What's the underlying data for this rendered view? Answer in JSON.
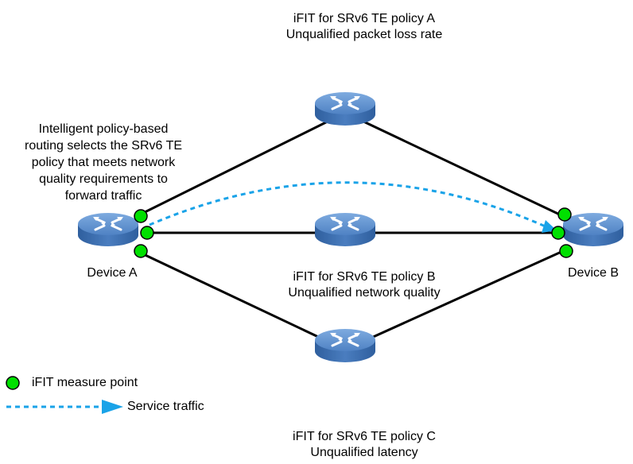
{
  "devices": {
    "device_a": "Device A",
    "device_b": "Device B"
  },
  "annotations": {
    "policy_a_title": "iFIT for SRv6 TE policy A",
    "policy_a_status": "Unqualified packet loss rate",
    "policy_b_title": "iFIT for SRv6 TE policy B",
    "policy_b_status": "Unqualified network quality",
    "policy_c_title": "iFIT for SRv6 TE policy C",
    "policy_c_status": "Unqualified latency",
    "intelligent_routing": [
      "Intelligent policy-based",
      "routing selects the SRv6 TE",
      "policy that meets network",
      "quality requirements to",
      "forward traffic"
    ]
  },
  "legend": {
    "measure_point": "iFIT measure point",
    "service_traffic": "Service traffic"
  },
  "colors": {
    "router_top": "#5b8fcf",
    "router_side": "#3f6fae",
    "measure_point": "#00e000",
    "service_traffic": "#1aa3e8",
    "link": "#000000"
  },
  "icons": {
    "router": "router-icon",
    "measure_point": "green-circle-icon",
    "traffic": "dashed-arrow-icon"
  }
}
